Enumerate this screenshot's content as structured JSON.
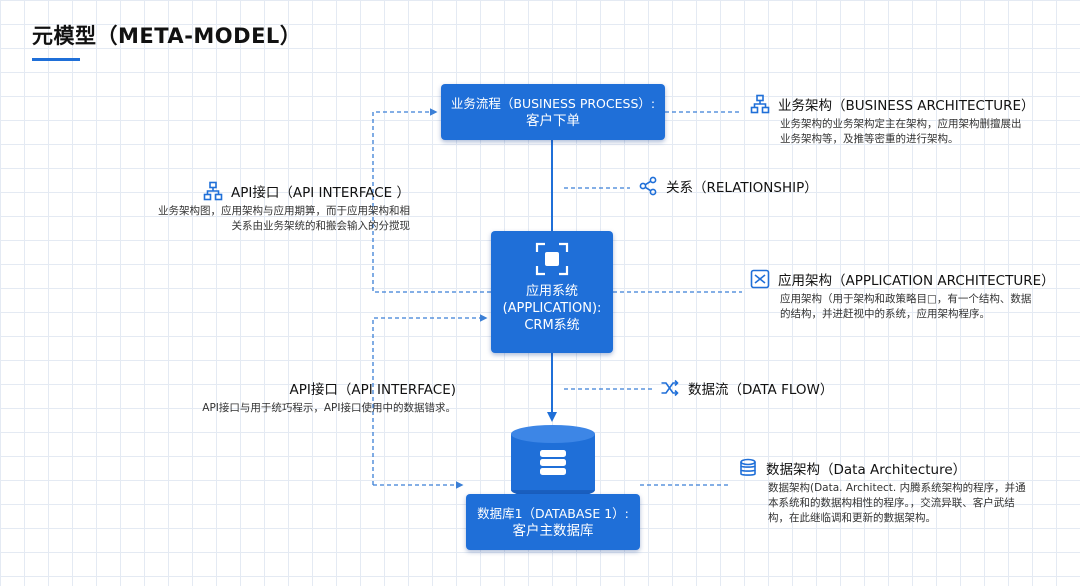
{
  "page": {
    "title": "元模型（META-MODEL）"
  },
  "nodes": {
    "business_process": {
      "line1": "业务流程（BUSINESS PROCESS）:",
      "line2": "客户下单"
    },
    "application": {
      "line1": "应用系统",
      "line2": "(APPLICATION):",
      "line3": "CRM系统"
    },
    "database": {
      "line1": "数据库1（DATABASE 1）:",
      "line2": "客户主数据库"
    }
  },
  "annotations": {
    "business_architecture": {
      "name": "业务架构（BUSINESS ARCHITECTURE）",
      "desc1": "业务架构的业务架构定主在架构，应用架构删擅展出",
      "desc2": "业务架构等，及推等密重的进行架构。",
      "icon": "org-chart-icon"
    },
    "relationship": {
      "name": "关系（RELATIONSHIP）",
      "icon": "share-nodes-icon"
    },
    "application_architecture": {
      "name": "应用架构（APPLICATION ARCHITECTURE）",
      "desc1": "应用架构（用于架构和政策略目□，有一个结构、数据",
      "desc2": "的结构，并进赶视中的系统，应用架构程序。",
      "icon": "layout-network-icon"
    },
    "data_flow": {
      "name": "数据流（DATA FLOW）",
      "icon": "shuffle-icon"
    },
    "data_architecture": {
      "name": "数据架构（Data Architecture）",
      "desc1": "数据架构(Data. Architect. 内腾系统架构的程序，并通",
      "desc2": "本系统和的数据构相性的程序。，交流异联、客户武结",
      "desc3": "构，在此继临调和更新的數据架构。",
      "icon": "database-icon"
    },
    "api_interface_1": {
      "name": "API接口（API INTERFACE ）",
      "desc1": "业务架构图，应用架构与应用期箅，而于应用架构和相",
      "desc2": "关系由业务架统的和搬会输入的分搅现",
      "icon": "org-chart-icon"
    },
    "api_interface_2": {
      "name": "API接口（API INTERFACE)",
      "desc1": "API接口与用于统巧程示，API接口使用中的数据错求。"
    }
  },
  "colors": {
    "primary": "#1f6fd8",
    "connector": "#3b7fd6",
    "grid": "#e4eaf3"
  }
}
